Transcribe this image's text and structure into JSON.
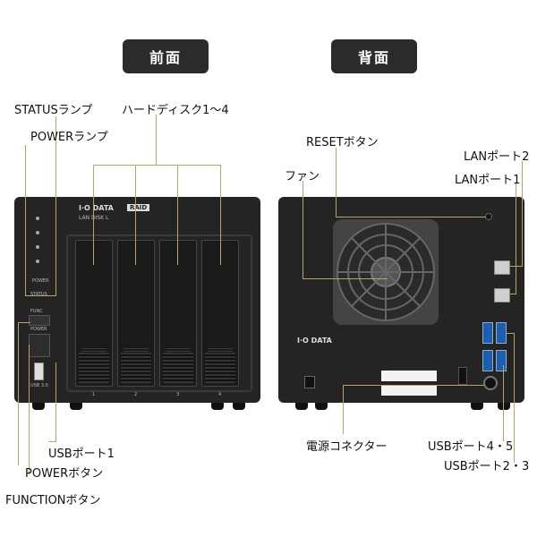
{
  "headers": {
    "front": "前面",
    "back": "背面"
  },
  "front_labels": {
    "status_lamp": "STATUSランプ",
    "power_lamp": "POWERランプ",
    "hdd": "ハードディスク1～4",
    "usb_port1": "USBポート1",
    "power_button": "POWERボタン",
    "function_button": "FUNCTIONボタン"
  },
  "back_labels": {
    "reset_button": "RESETボタン",
    "fan": "ファン",
    "lan_port2": "LANポート2",
    "lan_port1": "LANポート1",
    "power_connector": "電源コネクター",
    "usb_port45": "USBポート4・5",
    "usb_port23": "USBポート2・3"
  },
  "device": {
    "brand": "I·O DATA",
    "badge": "RAID",
    "model": "LAN DISK L",
    "front_tiny": {
      "power": "POWER",
      "status": "STATUS",
      "func": "FUNC",
      "power_btn": "POWER",
      "usb": "USB 3.0"
    },
    "bay_numbers": [
      "1",
      "2",
      "3",
      "4"
    ]
  },
  "colors": {
    "accent_line": "#b9a464",
    "header_bg": "#2b2b2b",
    "device_body": "#242424",
    "usb_blue": "#1a5fb4"
  }
}
